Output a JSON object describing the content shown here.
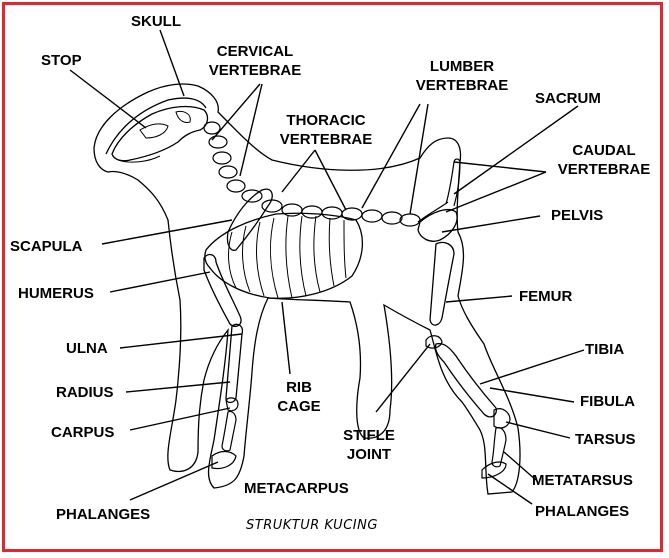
{
  "colors": {
    "frame": "#e0282e",
    "ink": "#000000",
    "background": "#ffffff"
  },
  "labels": {
    "skull": "SKULL",
    "stop": "STOP",
    "cervical_1": "CERVICAL",
    "cervical_2": "VERTEBRAE",
    "lumber_1": "LUMBER",
    "lumber_2": "VERTEBRAE",
    "sacrum": "SACRUM",
    "thoracic_1": "THORACIC",
    "thoracic_2": "VERTEBRAE",
    "caudal_1": "CAUDAL",
    "caudal_2": "VERTEBRAE",
    "pelvis": "PELVIS",
    "scapula": "SCAPULA",
    "humerus": "HUMERUS",
    "femur": "FEMUR",
    "ulna": "ULNA",
    "tibia": "TIBIA",
    "rib_cage_1": "RIB",
    "rib_cage_2": "CAGE",
    "radius": "RADIUS",
    "fibula": "FIBULA",
    "carpus": "CARPUS",
    "stifle_1": "STIFLE",
    "stifle_2": "JOINT",
    "tarsus": "TARSUS",
    "metatarsus": "METATARSUS",
    "metacarpus": "METACARPUS",
    "phalanges_front": "PHALANGES",
    "phalanges_hind": "PHALANGES"
  },
  "caption": "STRUKTUR KUCING"
}
